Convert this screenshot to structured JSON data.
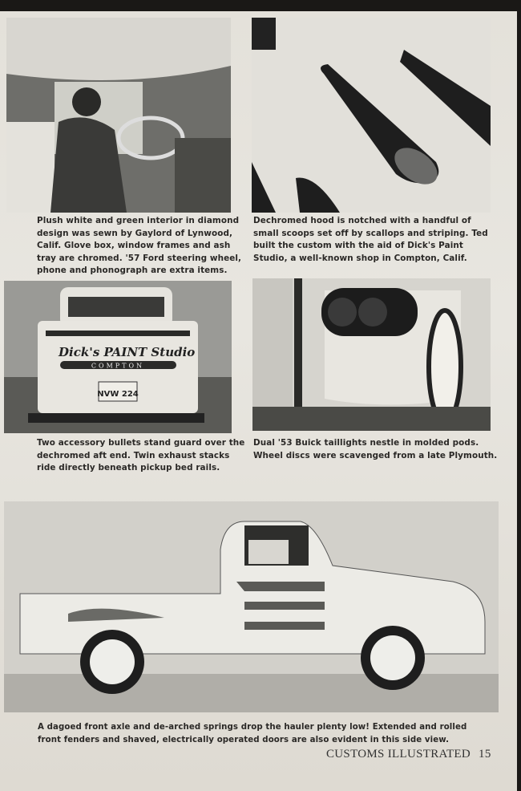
{
  "captions": {
    "interior": [
      "Plush white and green interior in diamond",
      "design was sewn by Gaylord of Lynwood,",
      "Calif. Glove box, window frames and ash",
      "tray are chromed. '57 Ford steering wheel,",
      "phone and phonograph are extra items."
    ],
    "hood": [
      "Dechromed hood is notched with a handful of",
      "small scoops set off by scallops and striping. Ted",
      "built the custom with the aid of Dick's Paint",
      "Studio, a well-known shop in Compton, Calif."
    ],
    "rear": [
      "Two accessory bullets stand guard over the",
      "dechromed aft end. Twin exhaust stacks",
      "ride directly beneath pickup bed rails."
    ],
    "taillights": [
      "Dual '53 Buick taillights nestle in molded pods.",
      "Wheel discs were scavenged from a late Plymouth."
    ],
    "side": [
      "A dagoed front axle and de-arched springs drop the hauler plenty low! Extended and rolled",
      "front fenders and shaved, electrically operated doors are also evident in this side view."
    ]
  },
  "photo_text": {
    "tailgate_script": "Dick's PAINT Studio",
    "tailgate_city": "COMPTON",
    "license_plate": "NVW 224"
  },
  "footer": {
    "magazine": "CUSTOMS ILLUSTRATED",
    "page_number": "15"
  }
}
